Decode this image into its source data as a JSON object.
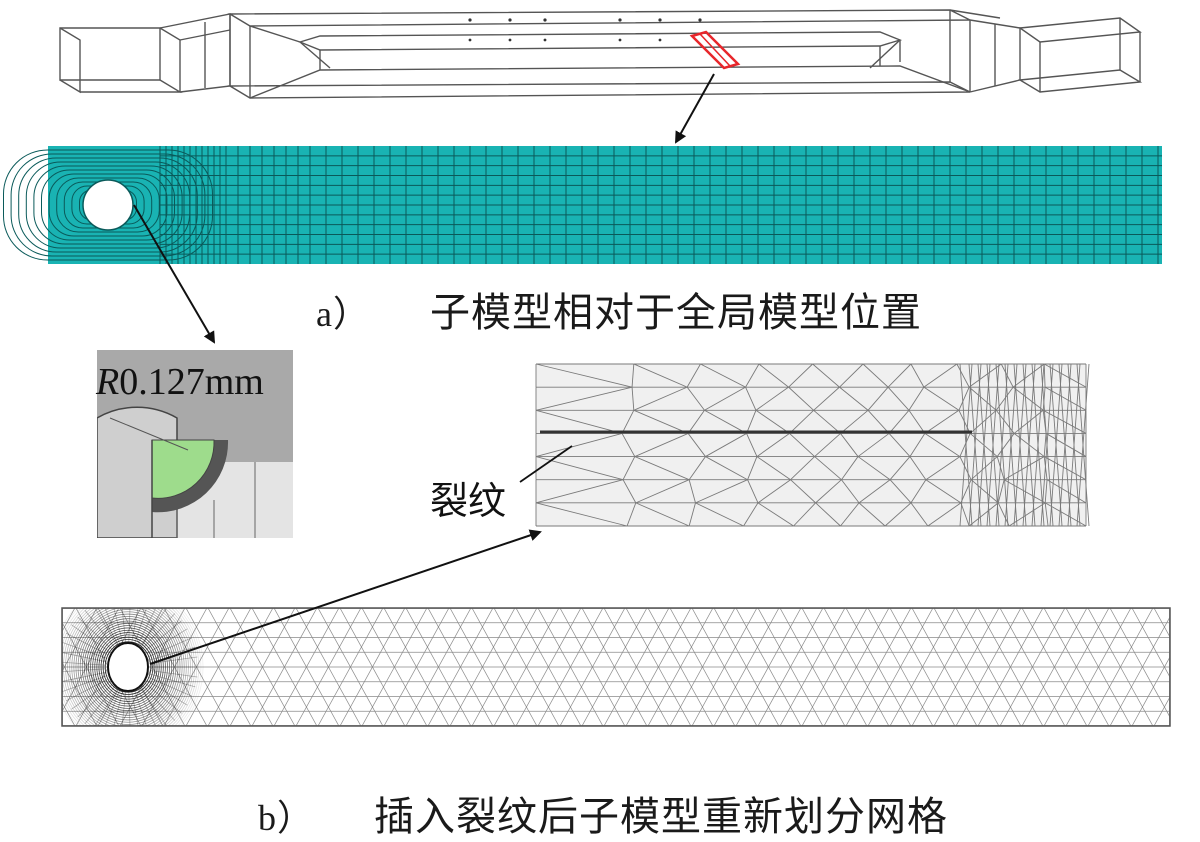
{
  "caption_a": {
    "letter": "a）",
    "text": "子模型相对于全局模型位置"
  },
  "caption_b": {
    "letter": "b）",
    "text": "插入裂纹后子模型重新划分网格"
  },
  "radius_label": {
    "italic": "R",
    "value": "0.127mm"
  },
  "crack_label": "裂纹",
  "colors": {
    "mesh_fill": "#19b3b3",
    "mesh_line": "#0a5a5a",
    "highlight": "#e8262b",
    "hole_fill": "#9edc8c",
    "panel_gray": "#a9a9a9",
    "tri_mesh_bg": "#f0f0f0"
  }
}
